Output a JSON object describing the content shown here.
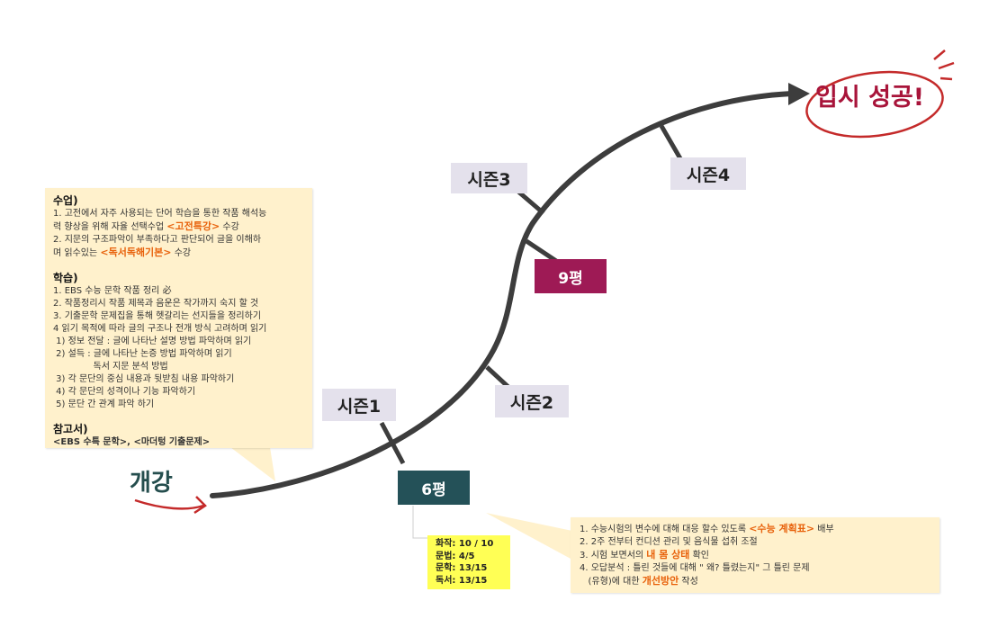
{
  "start_label": "개강",
  "goal_label": "입시 성공!",
  "milestones": {
    "season1": "시즌1",
    "season2": "시즌2",
    "season3": "시즌3",
    "season4": "시즌4",
    "mock6": "6평",
    "mock9": "9평"
  },
  "study_plan": {
    "class_heading": "수업)",
    "class_lines": [
      "1. 고전에서 자주 사용되는 단어 학습을 통한 작품 해석능",
      "력 향상을 위해 자율 선택수업 ",
      "<고전특강>",
      " 수강",
      "2. 지문의 구조파악이 부족하다고 판단되어 글을 이해하",
      "며 읽수있는 ",
      "<독서독해기본>",
      " 수강"
    ],
    "self_heading": "학습)",
    "self_lines": [
      "1. EBS 수능 문학 작품 정리 必",
      "2. 작품정리시 작품 제목과 음운은 작가까지 숙지 할 것",
      "3. 기출문학 문제집을 통해 헷갈리는 선지들을 정리하기",
      "4 읽기 목적에 따라 글의 구조나 전개 방식 고려하며 읽기",
      " 1) 정보 전달 : 글에 나타난 설명 방법 파악하며 읽기",
      " 2) 설득 : 글에 나타난 논증 방법 파악하며 읽기",
      "              독서 지문 분석 방법",
      " 3) 각 문단의 중심 내용과 뒷받침 내용 파악하기",
      " 4) 각 문단의 성격이나 기능 파악하기",
      " 5) 문단 간 관계 파악 하기"
    ],
    "ref_heading": "참고서)",
    "ref_line": "<EBS 수특 문학>, <마더텅 기출문제>"
  },
  "mock6_scores": [
    "화작: 10 / 10",
    "문법: 4/5",
    "문학: 13/15",
    "독서: 13/15"
  ],
  "mock6_plan": {
    "line1_a": "1. 수능시험의 변수에 대해 대응 할수 있도록 ",
    "line1_hl": "<수능 계획표>",
    "line1_b": " 배부",
    "line2": "2. 2주 전부터 컨디션 관리 및 음식물 섭취 조절",
    "line3_a": "3. 시험 보면서의 ",
    "line3_hl": "내 몸 상태",
    "line3_b": " 확인",
    "line4": "4. 오답분석 : 틀린 것들에 대해 \" 왜? 틀렸는지\" 그 틀린 문제",
    "line5_a": "   (유형)에 대한 ",
    "line5_hl": "개선방안",
    "line5_b": " 작성"
  },
  "colors": {
    "path": "#3d3d3d",
    "season_bg": "#e4e1ec",
    "mock9_bg": "#9e1a55",
    "mock6_bg": "#245158",
    "callout_bg": "#fff1cc",
    "highlight": "#e8620c",
    "goal": "#a8143a",
    "start": "#254e4e",
    "score_bg": "#ffff55"
  }
}
